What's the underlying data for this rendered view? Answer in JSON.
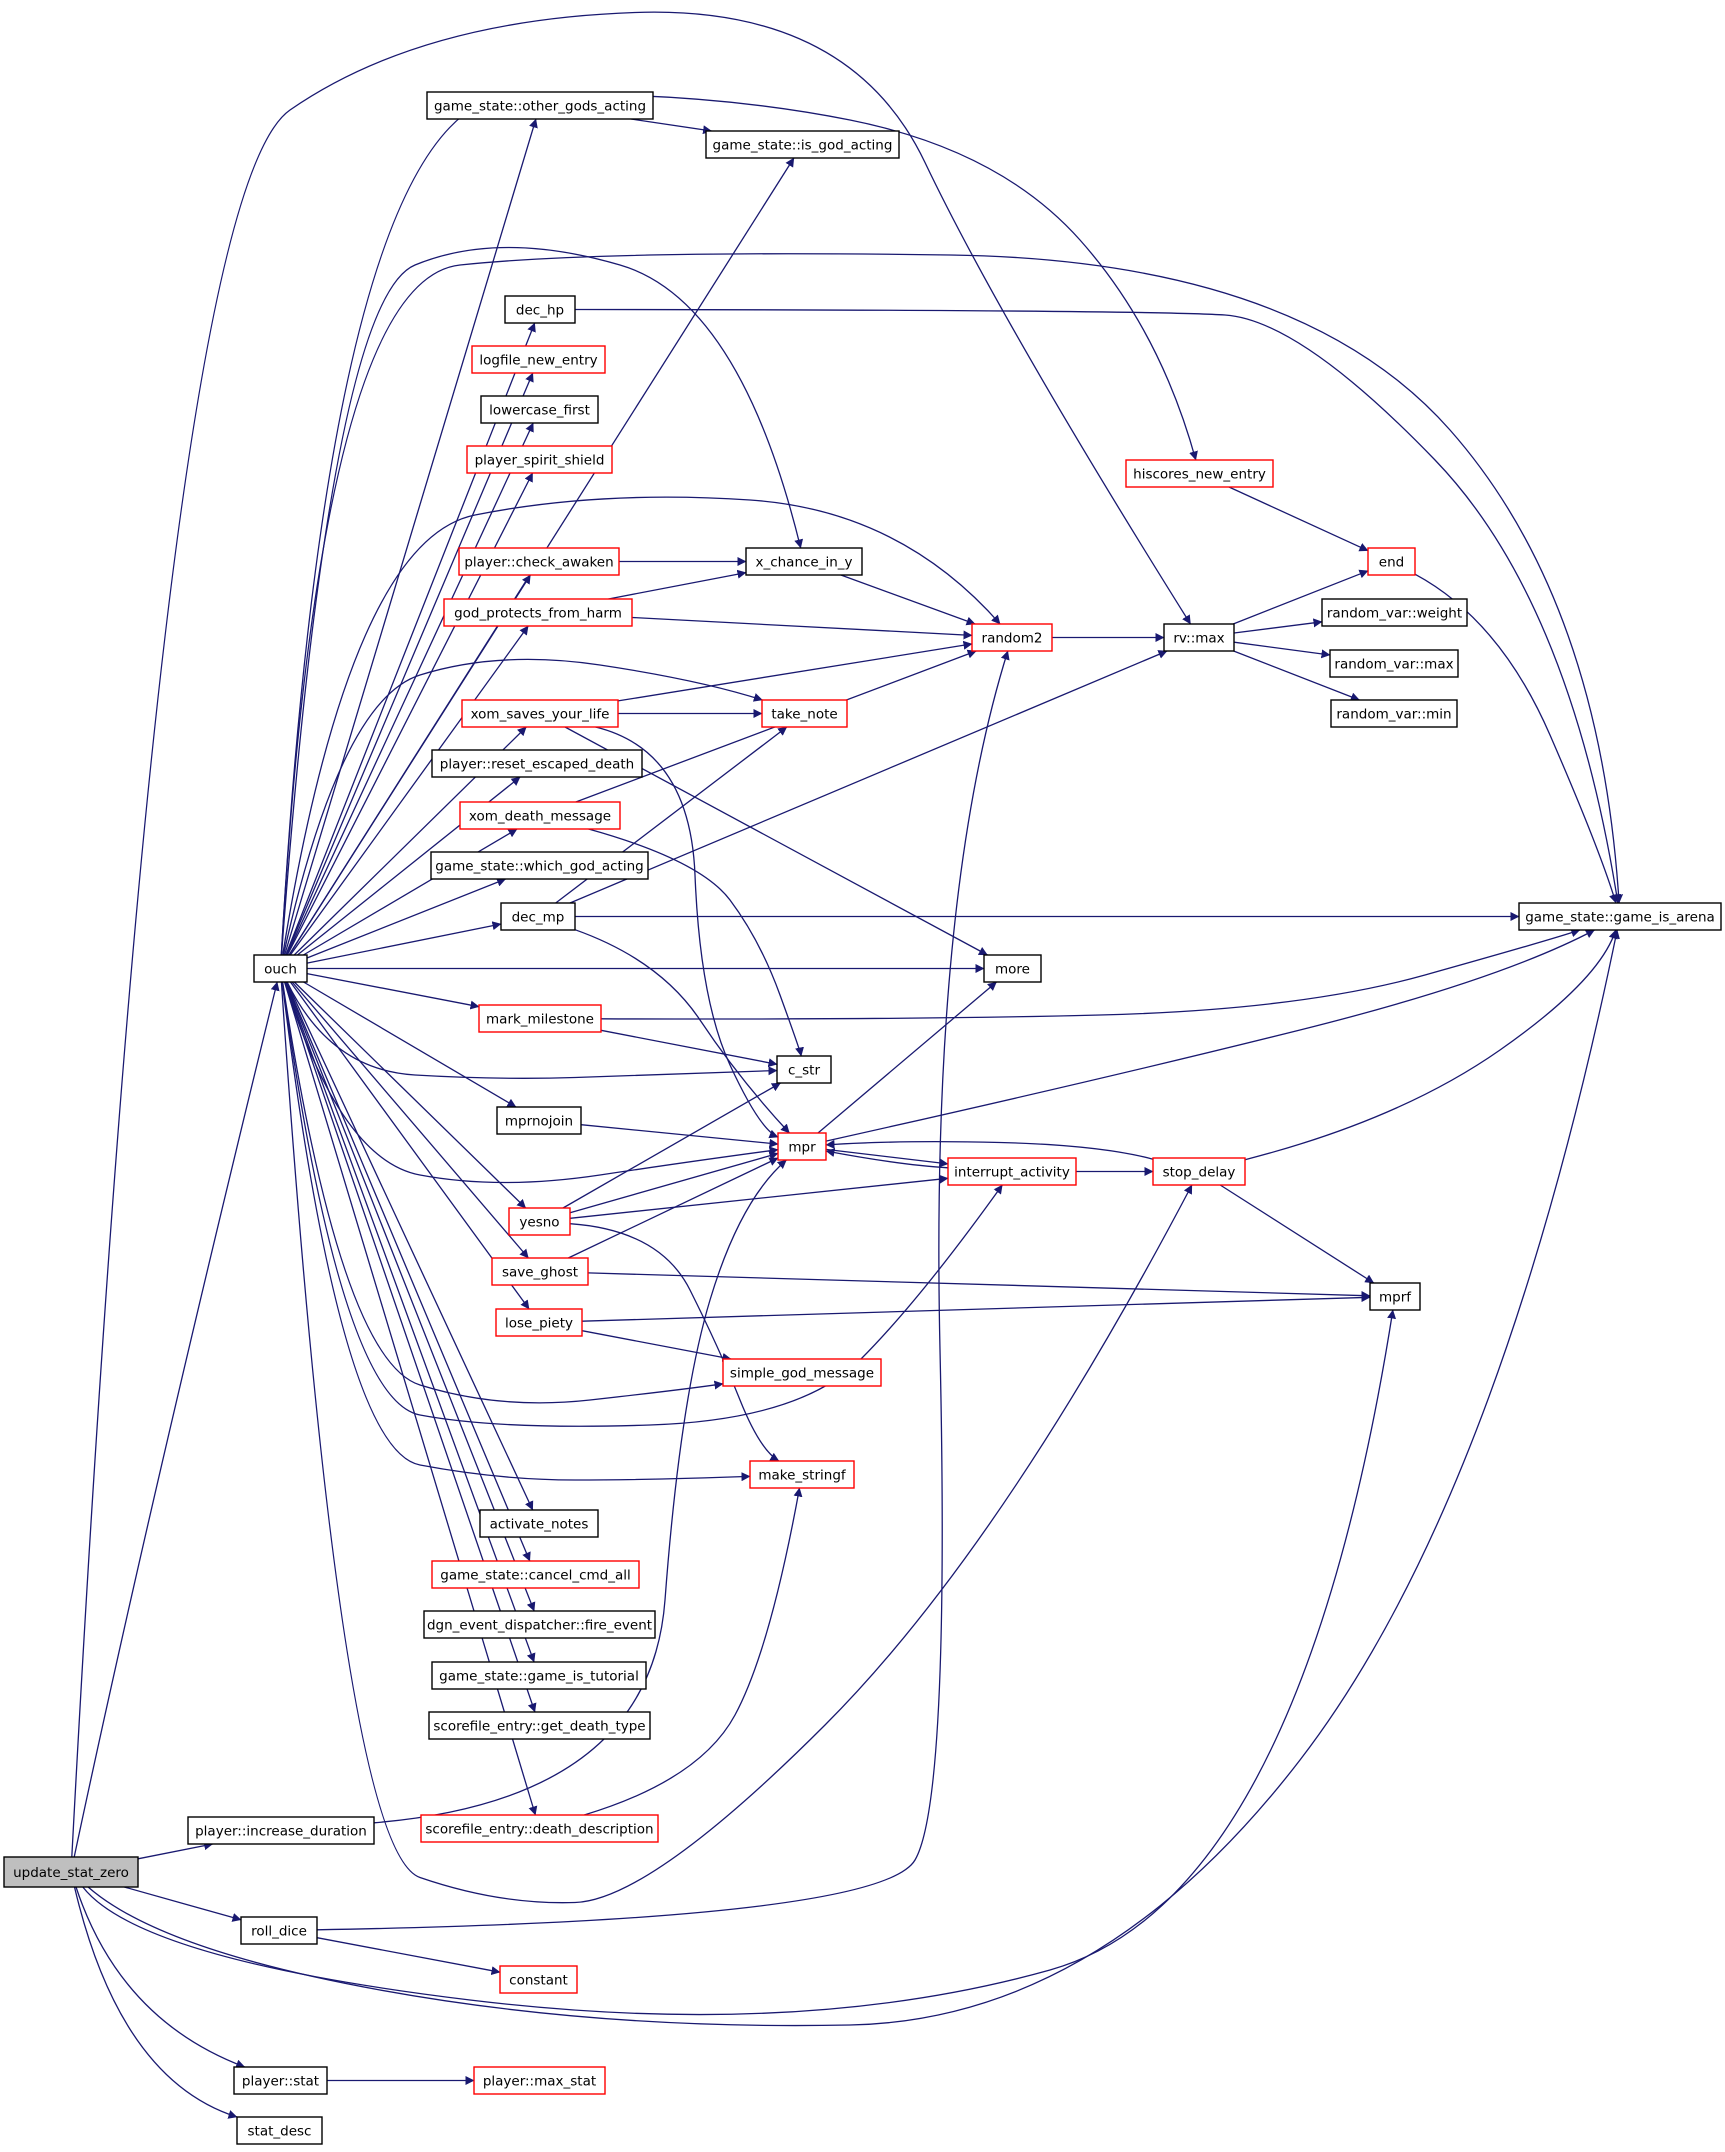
{
  "nodes": {
    "update_stat_zero": {
      "label": "update_stat_zero",
      "style": "root"
    },
    "ouch": {
      "label": "ouch",
      "style": "black"
    },
    "increase_duration": {
      "label": "player::increase_duration",
      "style": "black"
    },
    "roll_dice": {
      "label": "roll_dice",
      "style": "black"
    },
    "player_stat": {
      "label": "player::stat",
      "style": "black"
    },
    "stat_desc": {
      "label": "stat_desc",
      "style": "black"
    },
    "other_gods_acting": {
      "label": "game_state::other_gods_acting",
      "style": "black"
    },
    "is_god_acting": {
      "label": "game_state::is_god_acting",
      "style": "black"
    },
    "dec_hp": {
      "label": "dec_hp",
      "style": "black"
    },
    "logfile_new_entry": {
      "label": "logfile_new_entry",
      "style": "red"
    },
    "lowercase_first": {
      "label": "lowercase_first",
      "style": "black"
    },
    "player_spirit_shield": {
      "label": "player_spirit_shield",
      "style": "red"
    },
    "check_awaken": {
      "label": "player::check_awaken",
      "style": "red"
    },
    "god_protects": {
      "label": "god_protects_from_harm",
      "style": "red"
    },
    "xom_saves": {
      "label": "xom_saves_your_life",
      "style": "red"
    },
    "reset_escaped": {
      "label": "player::reset_escaped_death",
      "style": "black"
    },
    "xom_death": {
      "label": "xom_death_message",
      "style": "red"
    },
    "which_god": {
      "label": "game_state::which_god_acting",
      "style": "black"
    },
    "dec_mp": {
      "label": "dec_mp",
      "style": "black"
    },
    "mark_milestone": {
      "label": "mark_milestone",
      "style": "red"
    },
    "mprnojoin": {
      "label": "mprnojoin",
      "style": "black"
    },
    "yesno": {
      "label": "yesno",
      "style": "red"
    },
    "save_ghost": {
      "label": "save_ghost",
      "style": "red"
    },
    "lose_piety": {
      "label": "lose_piety",
      "style": "red"
    },
    "activate_notes": {
      "label": "activate_notes",
      "style": "black"
    },
    "cancel_cmd_all": {
      "label": "game_state::cancel_cmd_all",
      "style": "red"
    },
    "fire_event": {
      "label": "dgn_event_dispatcher::fire_event",
      "style": "black"
    },
    "game_is_tutorial": {
      "label": "game_state::game_is_tutorial",
      "style": "black"
    },
    "get_death_type": {
      "label": "scorefile_entry::get_death_type",
      "style": "black"
    },
    "death_description": {
      "label": "scorefile_entry::death_description",
      "style": "red"
    },
    "constant": {
      "label": "constant",
      "style": "red"
    },
    "max_stat": {
      "label": "player::max_stat",
      "style": "red"
    },
    "x_chance_in_y": {
      "label": "x_chance_in_y",
      "style": "black"
    },
    "take_note": {
      "label": "take_note",
      "style": "red"
    },
    "more": {
      "label": "more",
      "style": "black"
    },
    "c_str": {
      "label": "c_str",
      "style": "black"
    },
    "mpr": {
      "label": "mpr",
      "style": "red"
    },
    "simple_god_message": {
      "label": "simple_god_message",
      "style": "red"
    },
    "make_stringf": {
      "label": "make_stringf",
      "style": "red"
    },
    "random2": {
      "label": "random2",
      "style": "red"
    },
    "interrupt_activity": {
      "label": "interrupt_activity",
      "style": "red"
    },
    "stop_delay": {
      "label": "stop_delay",
      "style": "red"
    },
    "hiscores_new_entry": {
      "label": "hiscores_new_entry",
      "style": "red"
    },
    "rv_max": {
      "label": "rv::max",
      "style": "black"
    },
    "end": {
      "label": "end",
      "style": "red"
    },
    "rv_weight": {
      "label": "random_var::weight",
      "style": "black"
    },
    "rv_max2": {
      "label": "random_var::max",
      "style": "black"
    },
    "rv_min": {
      "label": "random_var::min",
      "style": "black"
    },
    "mprf": {
      "label": "mprf",
      "style": "black"
    },
    "game_is_arena": {
      "label": "game_state::game_is_arena",
      "style": "black"
    }
  },
  "edges": [
    [
      "update_stat_zero",
      "ouch"
    ],
    [
      "update_stat_zero",
      "increase_duration"
    ],
    [
      "update_stat_zero",
      "roll_dice"
    ],
    [
      "update_stat_zero",
      "player_stat"
    ],
    [
      "update_stat_zero",
      "stat_desc"
    ],
    [
      "update_stat_zero",
      "mprf"
    ],
    [
      "update_stat_zero",
      "rv_max"
    ],
    [
      "update_stat_zero",
      "game_is_arena"
    ],
    [
      "ouch",
      "other_gods_acting"
    ],
    [
      "ouch",
      "is_god_acting"
    ],
    [
      "ouch",
      "dec_hp"
    ],
    [
      "ouch",
      "logfile_new_entry"
    ],
    [
      "ouch",
      "lowercase_first"
    ],
    [
      "ouch",
      "player_spirit_shield"
    ],
    [
      "ouch",
      "check_awaken"
    ],
    [
      "ouch",
      "god_protects"
    ],
    [
      "ouch",
      "xom_saves"
    ],
    [
      "ouch",
      "reset_escaped"
    ],
    [
      "ouch",
      "xom_death"
    ],
    [
      "ouch",
      "which_god"
    ],
    [
      "ouch",
      "dec_mp"
    ],
    [
      "ouch",
      "more"
    ],
    [
      "ouch",
      "mark_milestone"
    ],
    [
      "ouch",
      "c_str"
    ],
    [
      "ouch",
      "mprnojoin"
    ],
    [
      "ouch",
      "mpr"
    ],
    [
      "ouch",
      "yesno"
    ],
    [
      "ouch",
      "save_ghost"
    ],
    [
      "ouch",
      "lose_piety"
    ],
    [
      "ouch",
      "simple_god_message"
    ],
    [
      "ouch",
      "interrupt_activity"
    ],
    [
      "ouch",
      "make_stringf"
    ],
    [
      "ouch",
      "activate_notes"
    ],
    [
      "ouch",
      "cancel_cmd_all"
    ],
    [
      "ouch",
      "fire_event"
    ],
    [
      "ouch",
      "game_is_tutorial"
    ],
    [
      "ouch",
      "get_death_type"
    ],
    [
      "ouch",
      "death_description"
    ],
    [
      "ouch",
      "take_note"
    ],
    [
      "ouch",
      "random2"
    ],
    [
      "ouch",
      "x_chance_in_y"
    ],
    [
      "ouch",
      "hiscores_new_entry"
    ],
    [
      "ouch",
      "game_is_arena"
    ],
    [
      "ouch",
      "stop_delay"
    ],
    [
      "other_gods_acting",
      "is_god_acting"
    ],
    [
      "dec_hp",
      "game_is_arena"
    ],
    [
      "check_awaken",
      "x_chance_in_y"
    ],
    [
      "god_protects",
      "x_chance_in_y"
    ],
    [
      "god_protects",
      "random2"
    ],
    [
      "xom_saves",
      "take_note"
    ],
    [
      "xom_saves",
      "random2"
    ],
    [
      "xom_saves",
      "more"
    ],
    [
      "xom_saves",
      "mpr"
    ],
    [
      "xom_death",
      "random2"
    ],
    [
      "xom_death",
      "c_str"
    ],
    [
      "dec_mp",
      "take_note"
    ],
    [
      "dec_mp",
      "rv_max"
    ],
    [
      "dec_mp",
      "game_is_arena"
    ],
    [
      "dec_mp",
      "mpr"
    ],
    [
      "mark_milestone",
      "c_str"
    ],
    [
      "mark_milestone",
      "game_is_arena"
    ],
    [
      "mprnojoin",
      "mpr"
    ],
    [
      "yesno",
      "c_str"
    ],
    [
      "yesno",
      "mpr"
    ],
    [
      "yesno",
      "interrupt_activity"
    ],
    [
      "yesno",
      "make_stringf"
    ],
    [
      "save_ghost",
      "mpr"
    ],
    [
      "save_ghost",
      "mprf"
    ],
    [
      "lose_piety",
      "mprf"
    ],
    [
      "lose_piety",
      "simple_god_message"
    ],
    [
      "death_description",
      "make_stringf"
    ],
    [
      "increase_duration",
      "mpr"
    ],
    [
      "roll_dice",
      "random2"
    ],
    [
      "roll_dice",
      "constant"
    ],
    [
      "player_stat",
      "max_stat"
    ],
    [
      "x_chance_in_y",
      "random2"
    ],
    [
      "mpr",
      "more"
    ],
    [
      "mpr",
      "interrupt_activity"
    ],
    [
      "mpr",
      "game_is_arena"
    ],
    [
      "interrupt_activity",
      "stop_delay"
    ],
    [
      "interrupt_activity",
      "mpr"
    ],
    [
      "stop_delay",
      "mpr"
    ],
    [
      "stop_delay",
      "mprf"
    ],
    [
      "stop_delay",
      "game_is_arena"
    ],
    [
      "random2",
      "rv_max"
    ],
    [
      "hiscores_new_entry",
      "end"
    ],
    [
      "rv_max",
      "end"
    ],
    [
      "rv_max",
      "rv_weight"
    ],
    [
      "rv_max",
      "rv_max2"
    ],
    [
      "rv_max",
      "rv_min"
    ],
    [
      "end",
      "game_is_arena"
    ]
  ]
}
